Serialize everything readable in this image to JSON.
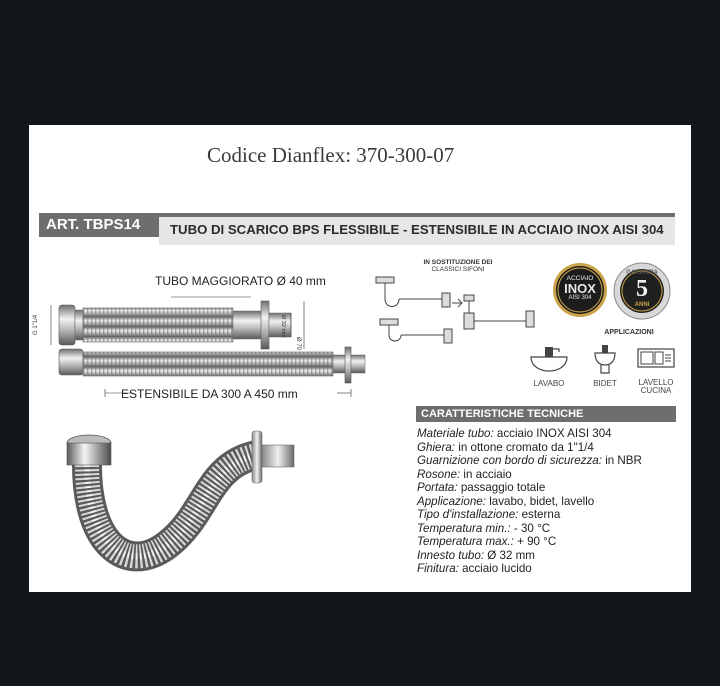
{
  "header": {
    "code_title": "Codice Dianflex: 370-300-07"
  },
  "article": {
    "code": "ART. TBPS14",
    "description": "TUBO DI SCARICO BPS FLESSIBILE - ESTENSIBILE IN ACCIAIO INOX AISI 304"
  },
  "diagram": {
    "label_top": "TUBO MAGGIORATO Ø 40 mm",
    "label_bottom": "ESTENSIBILE DA 300 A 450 mm",
    "dim_thread": "G 1\"1/4",
    "dim_70": "Ø 70 mm",
    "dim_32": "Ø 32 mm"
  },
  "replacement": {
    "line1": "IN SOSTITUZIONE DEI",
    "line2": "CLASSICI SIFONI"
  },
  "badges": {
    "inox": {
      "line1": "ACCIAIO",
      "line2": "INOX",
      "line3": "AISI 304"
    },
    "warranty": {
      "line1": "GARANZIA",
      "number": "5",
      "line3": "ANNI"
    }
  },
  "applications": {
    "title": "APPLICAZIONI",
    "items": [
      {
        "label": "LAVABO",
        "icon": "washbasin-icon"
      },
      {
        "label": "BIDET",
        "icon": "bidet-icon"
      },
      {
        "label": "LAVELLO\nCUCINA",
        "line1": "LAVELLO",
        "line2": "CUCINA",
        "icon": "kitchen-sink-icon"
      }
    ]
  },
  "specs": {
    "title": "CARATTERISTICHE TECNICHE",
    "rows": [
      {
        "key": "Materiale tubo:",
        "value": " acciaio INOX AISI 304"
      },
      {
        "key": "Ghiera:",
        "value": " in ottone cromato da 1\"1/4"
      },
      {
        "key": "Guarnizione con bordo di sicurezza:",
        "value": " in NBR"
      },
      {
        "key": "Rosone:",
        "value": " in acciaio"
      },
      {
        "key": "Portata:",
        "value": " passaggio totale"
      },
      {
        "key": "Applicazione:",
        "value": " lavabo, bidet, lavello"
      },
      {
        "key": "Tipo d'installazione:",
        "value": " esterna"
      },
      {
        "key": "Temperatura min.:",
        "value": " - 30 °C"
      },
      {
        "key": "Temperatura max.:",
        "value": " + 90 °C"
      },
      {
        "key": "Innesto tubo:",
        "value": " Ø 32 mm"
      },
      {
        "key": "Finitura:",
        "value": " acciaio lucido"
      }
    ]
  },
  "colors": {
    "bar_dark": "#6d6e70",
    "bar_light": "#e6e6e7",
    "gold": "#c9a24a"
  }
}
